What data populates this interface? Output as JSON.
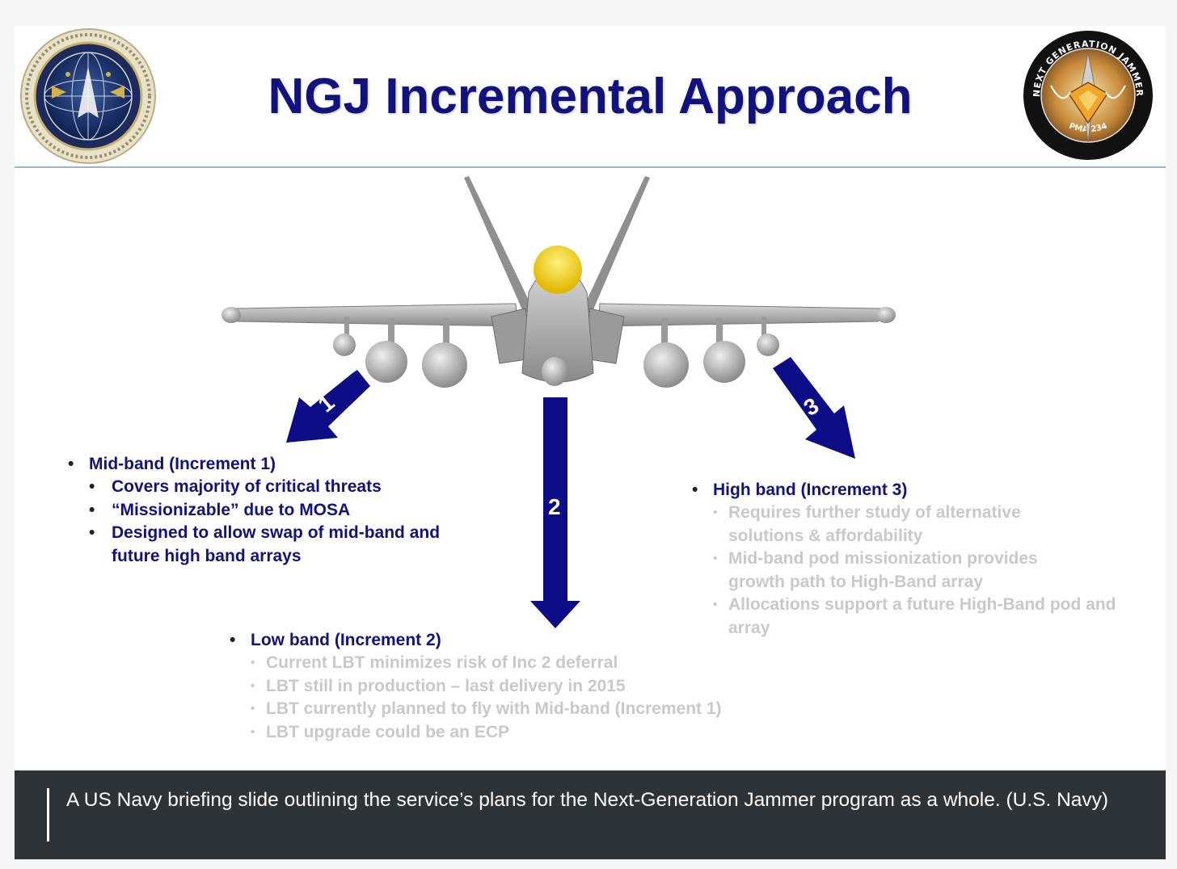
{
  "slide": {
    "title": "NGJ Incremental Approach",
    "increments": [
      {
        "number": "1",
        "heading": "Mid-band (Increment 1)",
        "bullets": [
          "Covers majority of critical threats",
          "“Missionizable” due to MOSA",
          "Designed to allow swap of mid-band and future high band arrays"
        ]
      },
      {
        "number": "2",
        "heading": "Low band (Increment 2)",
        "bullets": [
          "Current LBT minimizes risk of Inc 2 deferral",
          "LBT still in production – last delivery in 2015",
          "LBT currently planned to fly with Mid-band (Increment 1)",
          "LBT upgrade could be an ECP"
        ]
      },
      {
        "number": "3",
        "heading": "High band (Increment 3)",
        "bullets": [
          "Requires further study of alternative solutions & affordability",
          "Mid-band pod missionization provides growth path to High-Band array",
          "Allocations support a future High-Band pod and array"
        ]
      }
    ],
    "right_seal_text": {
      "ring": "NEXT GENERATION JAMMER",
      "bottom": "PMA 234"
    }
  },
  "caption": "A US Navy briefing slide outlining the service’s plans for the Next-Generation Jammer program as a whole. (U.S. Navy)",
  "colors": {
    "navy": "#12127f",
    "arrow": "#0c0c86",
    "gray_text": "#c9c9c9",
    "caption_bg": "#2e3338",
    "canopy": "#f2cc00"
  }
}
